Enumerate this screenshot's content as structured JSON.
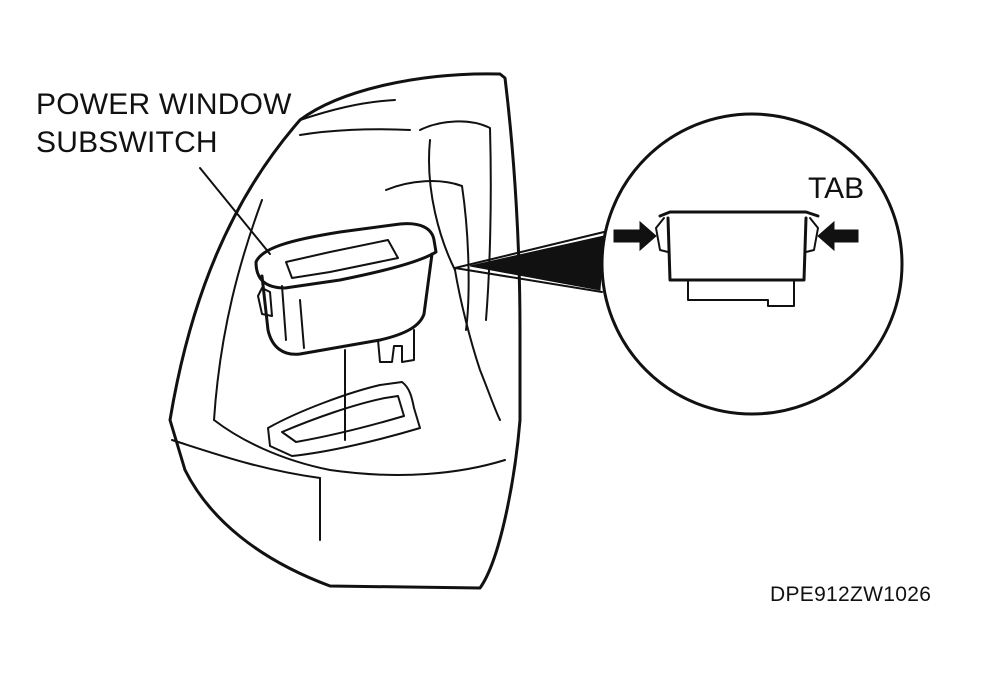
{
  "labels": {
    "component_line1": "POWER WINDOW",
    "component_line2": "SUBSWITCH",
    "tab": "TAB",
    "figure_code": "DPE912ZW1026"
  },
  "colors": {
    "ink": "#111111",
    "background": "#ffffff"
  }
}
